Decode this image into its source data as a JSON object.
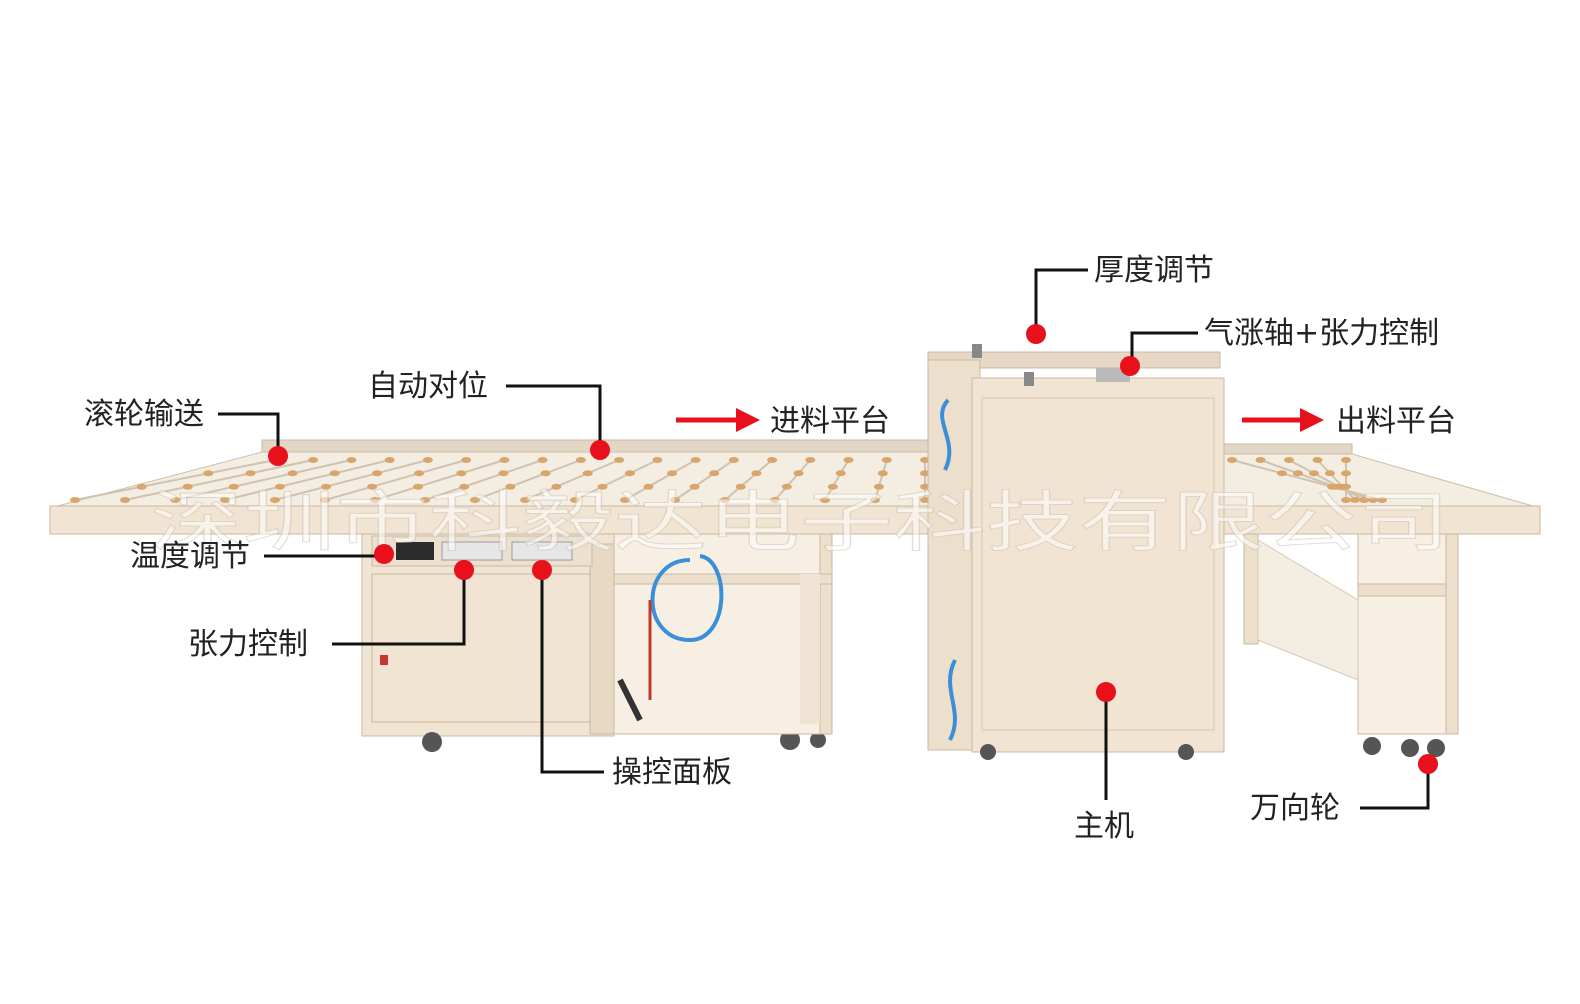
{
  "labels": {
    "roller_conveying": "滚轮输送",
    "auto_alignment": "自动对位",
    "feed_platform": "进料平台",
    "thickness_adjust": "厚度调节",
    "air_shaft_tension": "气涨轴+张力控制",
    "discharge_platform": "出料平台",
    "temperature_adjust": "温度调节",
    "tension_control": "张力控制",
    "control_panel": "操控面板",
    "main_unit": "主机",
    "caster_wheel": "万向轮"
  },
  "watermark": "深圳市科毅达电子科技有限公司",
  "colors": {
    "machine_body": "#f1e4d2",
    "machine_edge": "#c9b9a2",
    "marker_red": "#e8101a",
    "arrow_red": "#e8101a",
    "leader_line": "#111111",
    "roller": "#d9a56a",
    "hose_blue": "#3a8fd8"
  }
}
